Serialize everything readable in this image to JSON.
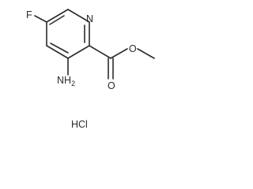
{
  "molecule": {
    "atoms": {
      "fluorine": "F",
      "ring_nitrogen": "N",
      "amine_n": "NH",
      "amine_h_count": "2",
      "carbonyl_oxygen": "O",
      "ester_oxygen": "O"
    },
    "salt": "HCl"
  }
}
